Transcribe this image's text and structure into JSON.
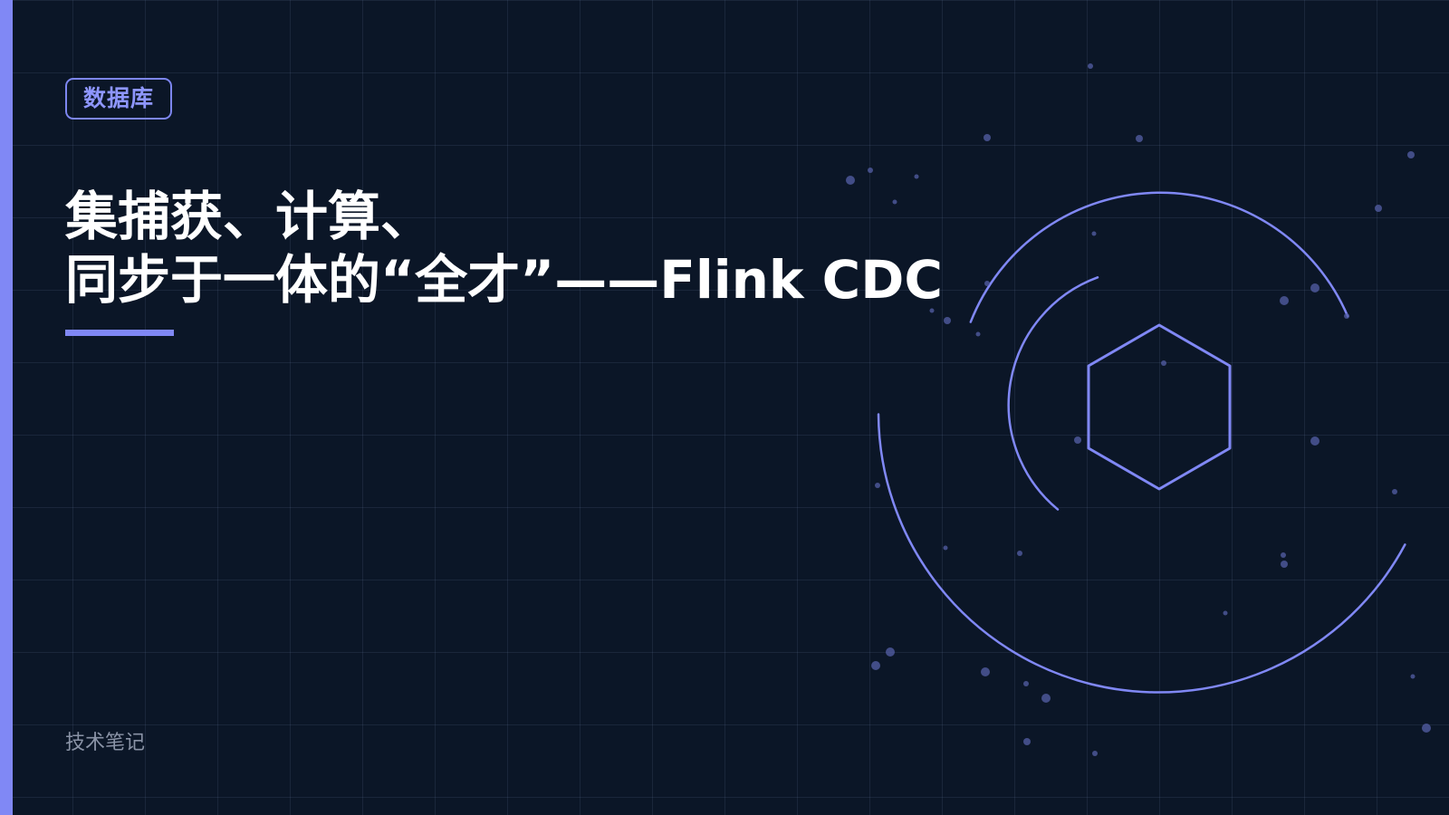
{
  "tag": {
    "label": "数据库"
  },
  "title": {
    "line1": "集捕获、计算、",
    "line2": "同步于一体的“全才”——Flink CDC"
  },
  "footer": {
    "text": "技术笔记"
  },
  "colors": {
    "background": "#0b1627",
    "accent": "#8088f5",
    "title_text": "#ffffff",
    "footer_text": "#8a93a6"
  },
  "icons": {
    "center_shape": "hexagon-icon",
    "rings": "concentric-arc-rings"
  }
}
